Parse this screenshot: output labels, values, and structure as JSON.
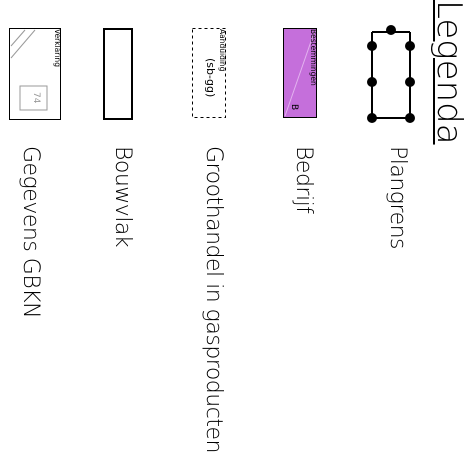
{
  "legend": {
    "title": "Legenda",
    "items": [
      {
        "label": "Plangrens",
        "icon": "plan-boundary-icon"
      },
      {
        "label": "Bedrijf",
        "icon": "business-zone-icon",
        "symbol_title": "Bestemmingen",
        "symbol_code": "B",
        "fill_color": "#c56fdb"
      },
      {
        "label": "Groothandel  in  gasproducten",
        "icon": "designation-icon",
        "symbol_title": "Aanduiding",
        "symbol_code": "(sb-gg)"
      },
      {
        "label": "Bouwvlak",
        "icon": "building-plane-icon"
      },
      {
        "label": "Gegevens  GBKN",
        "icon": "gbkn-data-icon",
        "symbol_title": "Verklaring",
        "symbol_code": "74"
      }
    ]
  },
  "colors": {
    "line": "#000000",
    "bestemming_fill": "#c56fdb",
    "gbkn_gray": "#9a9a9a"
  }
}
